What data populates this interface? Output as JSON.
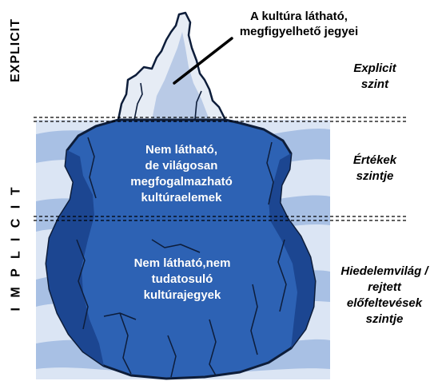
{
  "diagram": {
    "axis_labels": {
      "explicit": "EXPLICIT",
      "implicit": "I M P L I C I T"
    },
    "callout": {
      "line1": "A kultúra látható,",
      "line2": "megfigyelhető jegyei"
    },
    "levels": [
      {
        "line1": "Explicit",
        "line2": "szint"
      },
      {
        "line1": "Értékek",
        "line2": "szintje"
      },
      {
        "line1": "Hiedelemvilág /",
        "line2": "rejtett",
        "line3": "előfeltevések",
        "line4": "szintje"
      }
    ],
    "inside": {
      "upper": {
        "line1": "Nem látható,",
        "line2": "de világosan",
        "line3": "megfogalmazható",
        "line4": "kultúraelemek"
      },
      "lower": {
        "line1": "Nem látható,nem",
        "line2": "tudatosuló",
        "line3": "kultúrajegyek"
      }
    },
    "colors": {
      "water_light": "#dbe5f4",
      "water_mid": "#a8c0e4",
      "ice_blue": "#2d62b4",
      "ice_dark": "#1c4691",
      "tip_light": "#e6ecf5",
      "tip_mid": "#b9cae6",
      "outline": "#0d1d3a"
    }
  }
}
